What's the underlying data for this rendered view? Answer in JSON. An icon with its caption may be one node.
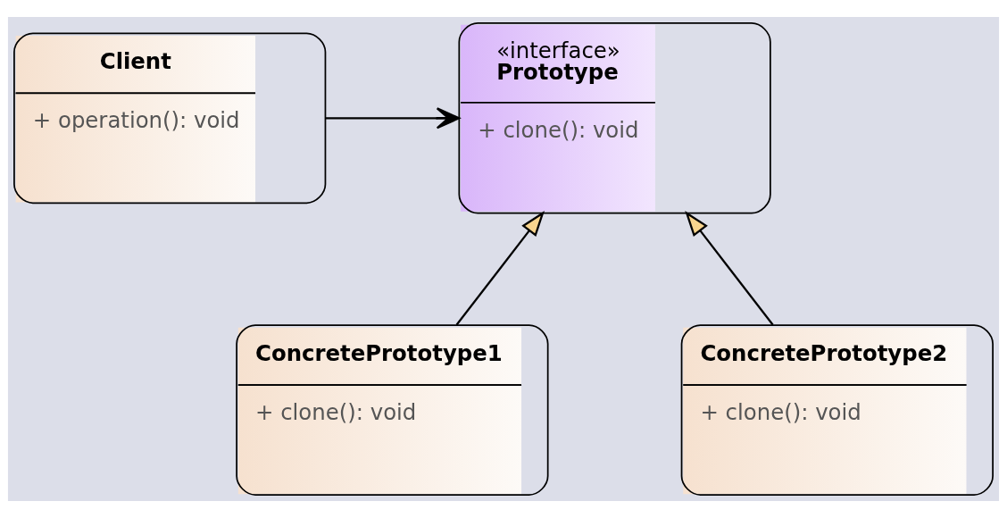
{
  "diagram": {
    "nodes": [
      {
        "text": [
          "Client",
          "+ operation(): void"
        ]
      },
      {
        "text": [
          "«interface»",
          "Prototype",
          "+ clone(): void"
        ]
      },
      {
        "text": [
          "ConcretePrototype1",
          "+ clone(): void"
        ]
      },
      {
        "text": [
          "ConcretePrototype2",
          "+ clone(): void"
        ]
      }
    ],
    "edges": [
      {
        "from": 0,
        "to": 1,
        "arrow": "to"
      },
      {
        "from": 2,
        "to": 1,
        "arrow": "to"
      },
      {
        "from": 3,
        "to": 1,
        "arrow": "to"
      }
    ]
  }
}
